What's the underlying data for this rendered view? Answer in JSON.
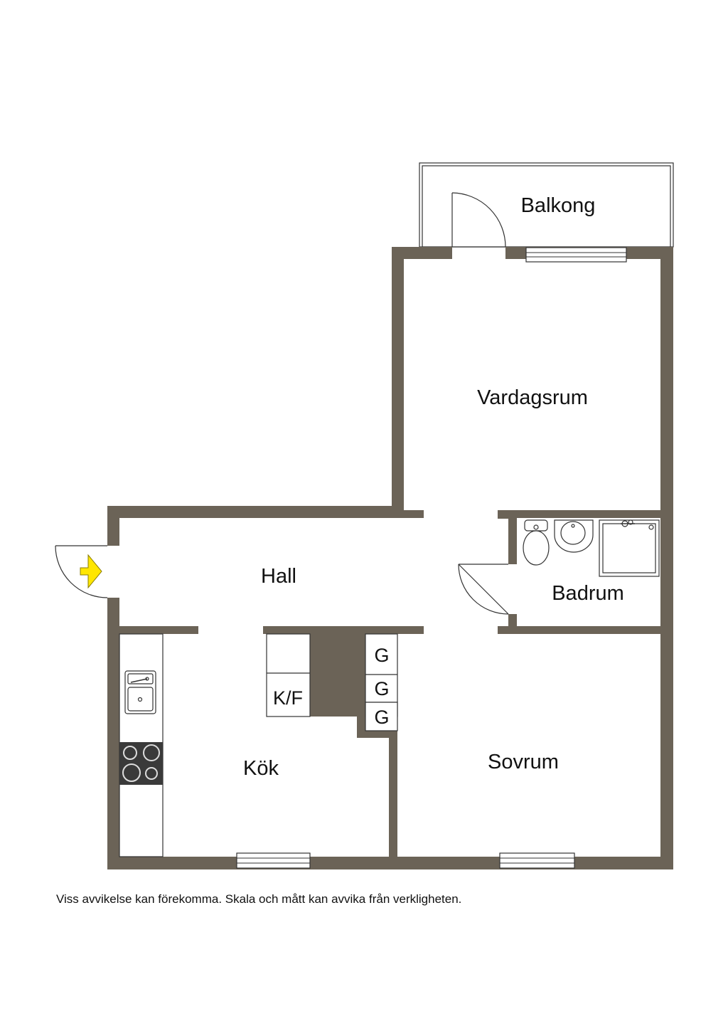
{
  "rooms": {
    "balkong": "Balkong",
    "vardagsrum": "Vardagsrum",
    "hall": "Hall",
    "badrum": "Badrum",
    "kok": "Kök",
    "sovrum": "Sovrum"
  },
  "closets": {
    "fridge_freezer": "K/F",
    "wardrobe_1": "G",
    "wardrobe_2": "G",
    "wardrobe_3": "G"
  },
  "disclaimer": "Viss avvikelse kan förekomma. Skala och mått kan avvika från verkligheten.",
  "colors": {
    "wall": "#6b6357",
    "entrance_arrow": "#ffe600",
    "hob": "#3a3a3a"
  },
  "icons": {
    "entrance": "entrance-arrow-icon",
    "sink": "sink-icon",
    "hob": "hob-icon",
    "toilet": "toilet-icon",
    "washbasin": "washbasin-icon",
    "shower": "shower-icon"
  }
}
